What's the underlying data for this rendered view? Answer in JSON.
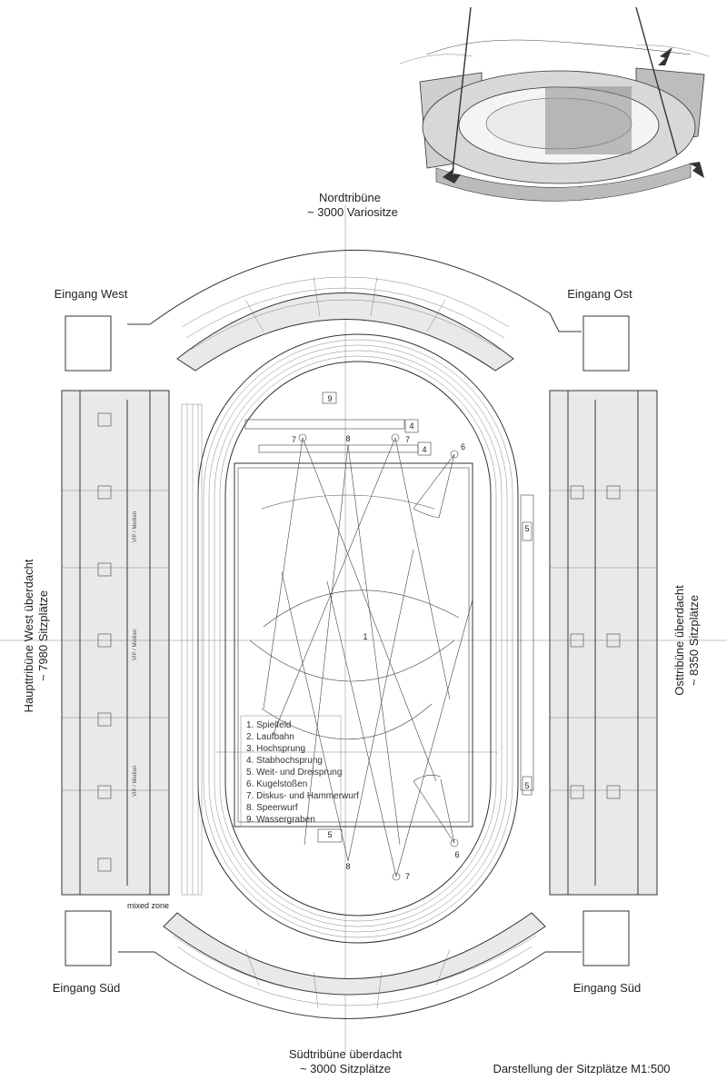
{
  "labels": {
    "north": "Nordtribüne",
    "north_sub": "~ 3000 Variositze",
    "west_main": "Haupttribüne West überdacht",
    "west_sub": "~ 7980 Sitzplätze",
    "east_main": "Osttribüne überdacht",
    "east_sub": "~ 8350 Sitzplätze",
    "south": "Südtribüne überdacht",
    "south_sub": "~ 3000 Sitzplätze",
    "entrance_west": "Eingang West",
    "entrance_east": "Eingang Ost",
    "entrance_south_left": "Eingang Süd",
    "entrance_south_right": "Eingang Süd",
    "scale": "Darstellung der Sitzplätze M1:500",
    "mixed_zone": "mixed zone",
    "vip_1": "VIP / Medien",
    "vip_2": "VIP / Medien",
    "vip_3": "VIP / Medien",
    "field_number": "1"
  },
  "legend": [
    "1. Spielfeld",
    "2. Laufbahn",
    "3. Hochsprung",
    "4. Stabhochsprung",
    "5. Weit- und Dreisprung",
    "6. Kugelstoßen",
    "7. Diskus- und Hammerwurf",
    "8. Speerwurf",
    "9. Wassergraben"
  ],
  "markers": {
    "m9": "9",
    "m4a": "4",
    "m4b": "4",
    "m5a": "5",
    "m5b": "5",
    "m5c": "5",
    "m7a": "7",
    "m7b": "7",
    "m7c": "7",
    "m8a": "8",
    "m8b": "8",
    "m6a": "6",
    "m6b": "6"
  },
  "sketch": {
    "style": "perspective sketch of stadium",
    "icon": "stadium-sketch-icon"
  }
}
